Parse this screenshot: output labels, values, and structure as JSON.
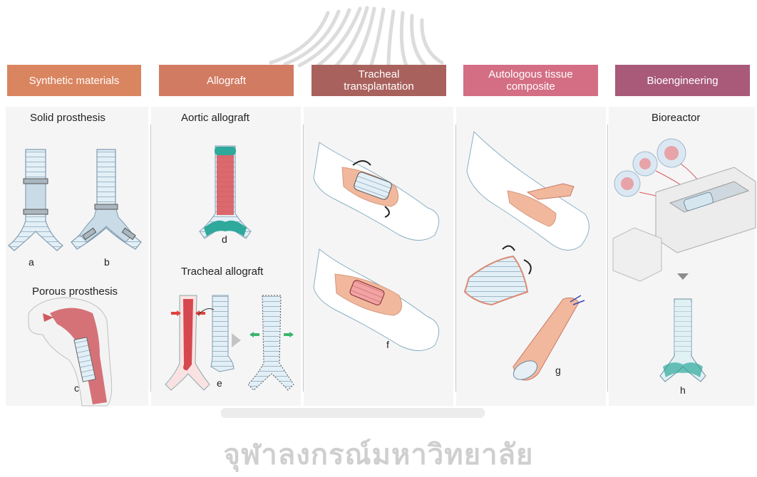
{
  "watermark": {
    "text": "จุฬาลงกรณ์มหาวิทยาลัย"
  },
  "headers": [
    {
      "label": "Synthetic materials",
      "color": "#d98560"
    },
    {
      "label": "Allograft",
      "color": "#d27b63"
    },
    {
      "label": "Tracheal transplantation",
      "color": "#a9615d"
    },
    {
      "label": "Autologous tissue composite",
      "color": "#d46e84"
    },
    {
      "label": "Bioengineering",
      "color": "#a85a78"
    }
  ],
  "sections": {
    "solid_prosthesis": "Solid prosthesis",
    "porous_prosthesis": "Porous prosthesis",
    "aortic_allograft": "Aortic allograft",
    "tracheal_allograft": "Tracheal allograft",
    "bioreactor": "Bioreactor"
  },
  "letters": {
    "a": "a",
    "b": "b",
    "c": "c",
    "d": "d",
    "e": "e",
    "f": "f",
    "g": "g",
    "h": "h"
  },
  "colors": {
    "trachea_blue": "#d7e8f2",
    "outline": "#6d8aa0",
    "tissue_red": "#d9545a",
    "skin_pink": "#f1b89d",
    "teal": "#2ea99b"
  }
}
